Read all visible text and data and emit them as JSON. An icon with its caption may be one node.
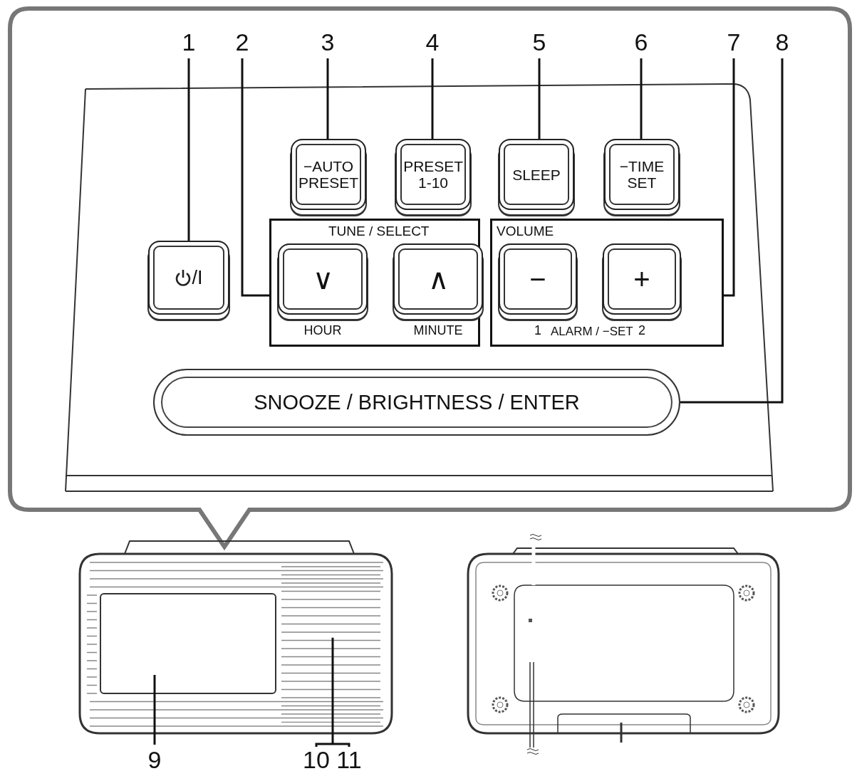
{
  "diagram": {
    "nodes": [
      {
        "text": [
          "1"
        ]
      },
      {
        "text": [
          "2"
        ]
      },
      {
        "text": [
          "3"
        ]
      },
      {
        "text": [
          "4"
        ]
      },
      {
        "text": [
          "5"
        ]
      },
      {
        "text": [
          "6"
        ]
      },
      {
        "text": [
          "7"
        ]
      },
      {
        "text": [
          "8"
        ]
      },
      {
        "text": [
          "/I"
        ]
      },
      {
        "text": [
          "TUNE / SELECT"
        ]
      },
      {
        "text": [
          "∨"
        ],
        "in": 9,
        "beside": [
          "HOUR"
        ]
      },
      {
        "text": [
          "∧"
        ],
        "in": 9,
        "beside": [
          "MINUTE"
        ]
      },
      {
        "text": [
          "VOLUME",
          "ALARM / −SET"
        ]
      },
      {
        "text": [
          "−"
        ],
        "in": 12,
        "beside": [
          "1"
        ]
      },
      {
        "text": [
          "+"
        ],
        "in": 12,
        "beside": [
          "2"
        ]
      },
      {
        "text": [
          "−AUTO PRESET"
        ]
      },
      {
        "text": [
          "PRESET 1-10"
        ]
      },
      {
        "text": [
          "SLEEP"
        ]
      },
      {
        "text": [
          "−TIME SET"
        ]
      },
      {
        "text": [
          "SNOOZE / BRIGHTNESS / ENTER"
        ]
      },
      {
        "text": [
          "9"
        ]
      },
      {
        "text": [
          "10"
        ]
      },
      {
        "text": [
          "11"
        ]
      },
      {
        "text": [],
        "shape": "box"
      },
      {
        "text": [],
        "shape": "box"
      }
    ],
    "edges": [
      {
        "from": 0,
        "to": 8,
        "arrow": "none"
      },
      {
        "from": 1,
        "to": 9,
        "arrow": "none"
      },
      {
        "from": 2,
        "to": 15,
        "arrow": "none"
      },
      {
        "from": 3,
        "to": 16,
        "arrow": "none"
      },
      {
        "from": 4,
        "to": 17,
        "arrow": "none"
      },
      {
        "from": 5,
        "to": 18,
        "arrow": "none"
      },
      {
        "from": 6,
        "to": 12,
        "arrow": "none"
      },
      {
        "from": 7,
        "to": 19,
        "arrow": "none"
      },
      {
        "from": 20,
        "to": 23,
        "arrow": "none"
      },
      {
        "from": 21,
        "to": 24,
        "arrow": "none"
      },
      {
        "from": 22,
        "to": 24,
        "arrow": "none"
      }
    ]
  }
}
